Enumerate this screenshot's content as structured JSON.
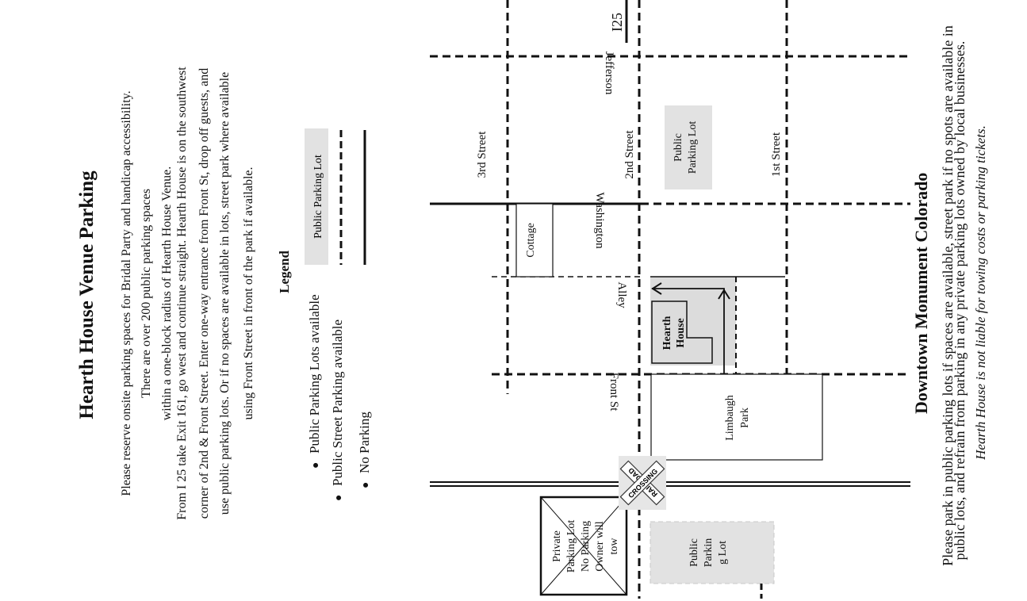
{
  "title": "Hearth House Venue Parking",
  "intro": {
    "line1": "Please reserve onsite parking spaces for Bridal Party and handicap accessibility.",
    "line2": "There are over 200 public parking spaces",
    "line3": "within a one-block radius of Hearth House Venue."
  },
  "directions": {
    "line1": "From I 25 take Exit 161, go west and continue straight.  Hearth House is on the southwest",
    "line2": "corner of 2nd & Front Street.  Enter one-way entrance from Front St, drop off guests, and",
    "line3": "use public parking lots.  Or if no spaces are available in lots, street park where available",
    "line4": "using Front Street in front of the park if available."
  },
  "legend": {
    "title": "Legend",
    "items": [
      {
        "label": "Public Parking Lots available",
        "swatch_label": "Public Parking Lot"
      },
      {
        "label": "Public Street Parking available"
      },
      {
        "label": "No Parking"
      }
    ]
  },
  "map": {
    "streets": {
      "third": "3rd Street",
      "second": "2nd Street",
      "first": "1st Street",
      "jefferson": "Jefferson",
      "washington": "Washington",
      "alley": "Alley",
      "front": "Front St",
      "highway": "I25"
    },
    "places": {
      "public_lot_1_line1": "Public",
      "public_lot_1_line2": "Parking Lot",
      "public_lot_2_line1": "Public",
      "public_lot_2_line2": "Parkin",
      "public_lot_2_line3": "g Lot",
      "cottage": "Cottage",
      "hearth_line1": "Hearth",
      "hearth_line2": "House",
      "park_line1": "Limbaugh",
      "park_line2": "Park",
      "private_line1": "Private",
      "private_line2": "Parking Lot",
      "private_line3": "No Parking",
      "private_line4": "Owner will",
      "private_line5": "tow",
      "rr_line1": "RAILROAD",
      "rr_line2": "CROSSING"
    }
  },
  "footer": {
    "heading": "Downtown Monument Colorado",
    "line1": "Please park in public parking lots if spaces are available, street park if no spots are available in",
    "line2": "public lots, and refrain from parking in any private parking lots owned by local businesses.",
    "line3": "Hearth House is not liable for towing costs or parking tickets."
  },
  "colors": {
    "lot_fill": "#e2e2e2",
    "line": "#111111",
    "background": "#ffffff"
  }
}
